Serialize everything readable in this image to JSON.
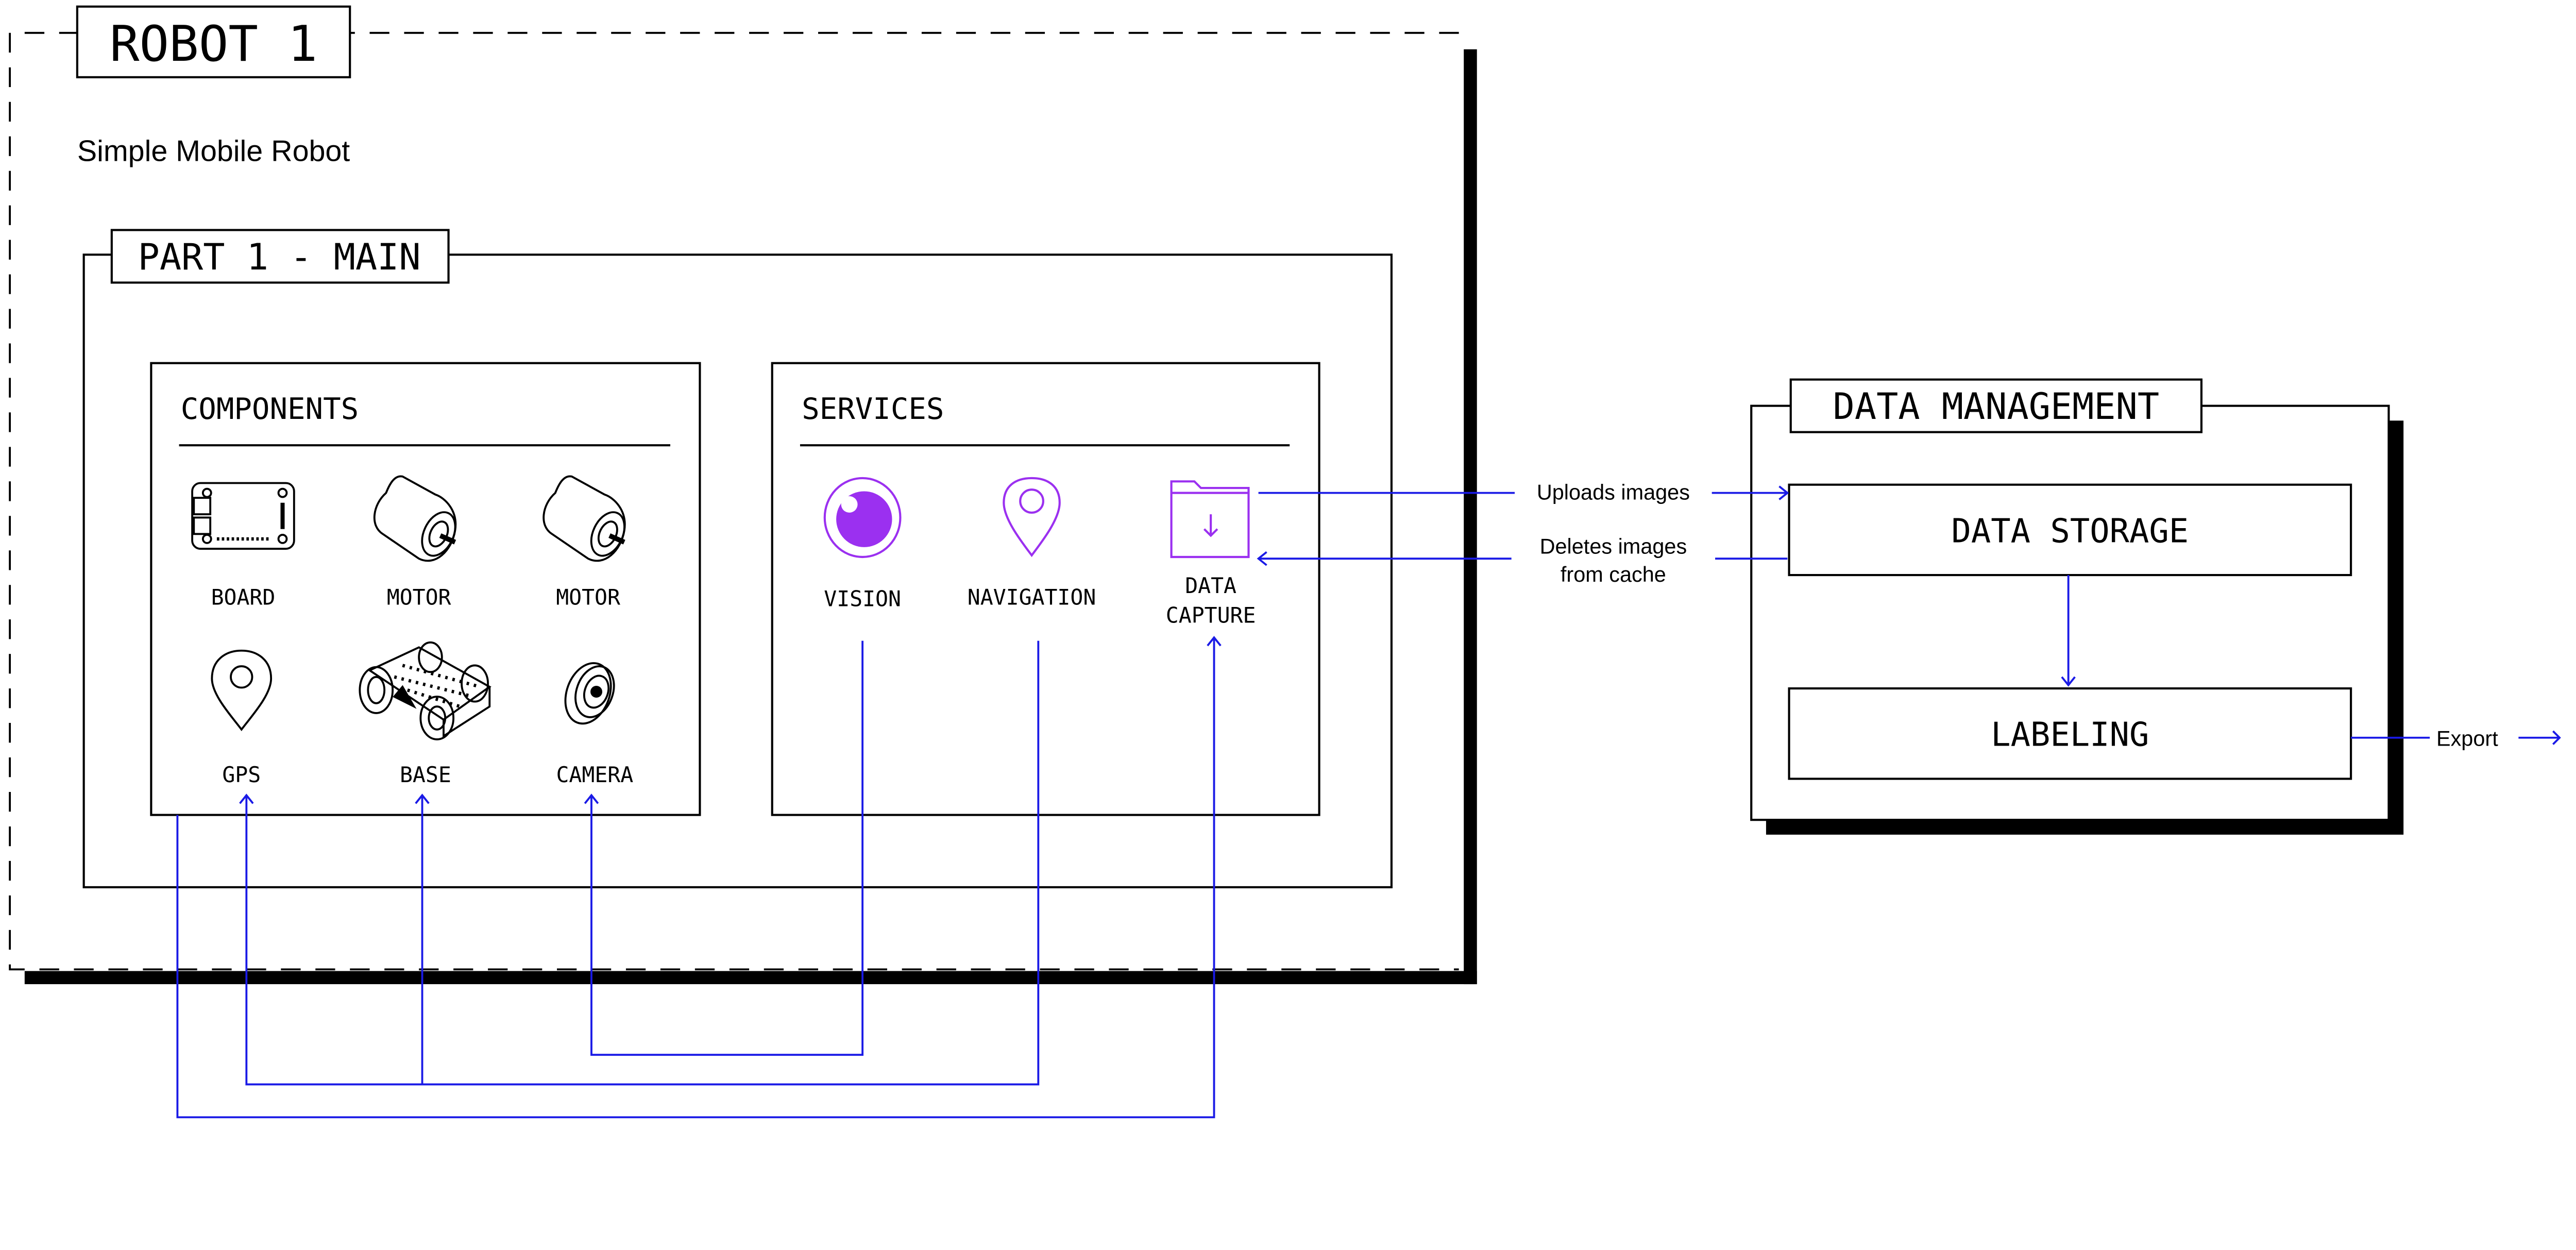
{
  "robot": {
    "title": "ROBOT 1",
    "subtitle": "Simple Mobile Robot"
  },
  "part": {
    "title": "PART 1 - MAIN"
  },
  "components": {
    "heading": "COMPONENTS",
    "items": [
      {
        "label": "BOARD",
        "icon": "board-icon"
      },
      {
        "label": "MOTOR",
        "icon": "motor-icon"
      },
      {
        "label": "MOTOR",
        "icon": "motor-icon"
      },
      {
        "label": "GPS",
        "icon": "gps-pin-icon"
      },
      {
        "label": "BASE",
        "icon": "robot-base-icon"
      },
      {
        "label": "CAMERA",
        "icon": "camera-icon"
      }
    ]
  },
  "services": {
    "heading": "SERVICES",
    "items": [
      {
        "label": "VISION",
        "icon": "vision-eye-icon"
      },
      {
        "label": "NAVIGATION",
        "icon": "navigation-pin-icon"
      },
      {
        "label_line1": "DATA",
        "label_line2": "CAPTURE",
        "icon": "folder-download-icon"
      }
    ]
  },
  "data_management": {
    "title": "DATA MANAGEMENT",
    "storage": "DATA STORAGE",
    "labeling": "LABELING"
  },
  "edges": {
    "uploads": "Uploads images",
    "deletes_line1": "Deletes images",
    "deletes_line2": "from cache",
    "export": "Export"
  },
  "colors": {
    "connector": "#1a1ae6",
    "service_accent": "#9b30f0",
    "frame": "#000000"
  }
}
